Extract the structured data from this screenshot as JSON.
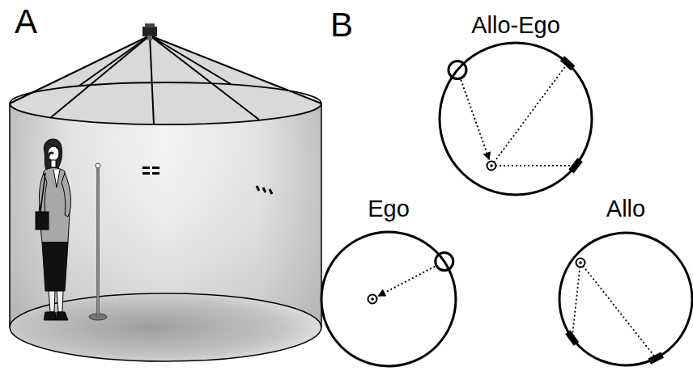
{
  "diagram": {
    "nodes": [
      {
        "text": [
          "Allo-Ego"
        ]
      },
      {
        "text": [
          "Ego"
        ]
      },
      {
        "text": [
          "Allo"
        ]
      }
    ],
    "labels": [
      "A",
      "B"
    ]
  }
}
